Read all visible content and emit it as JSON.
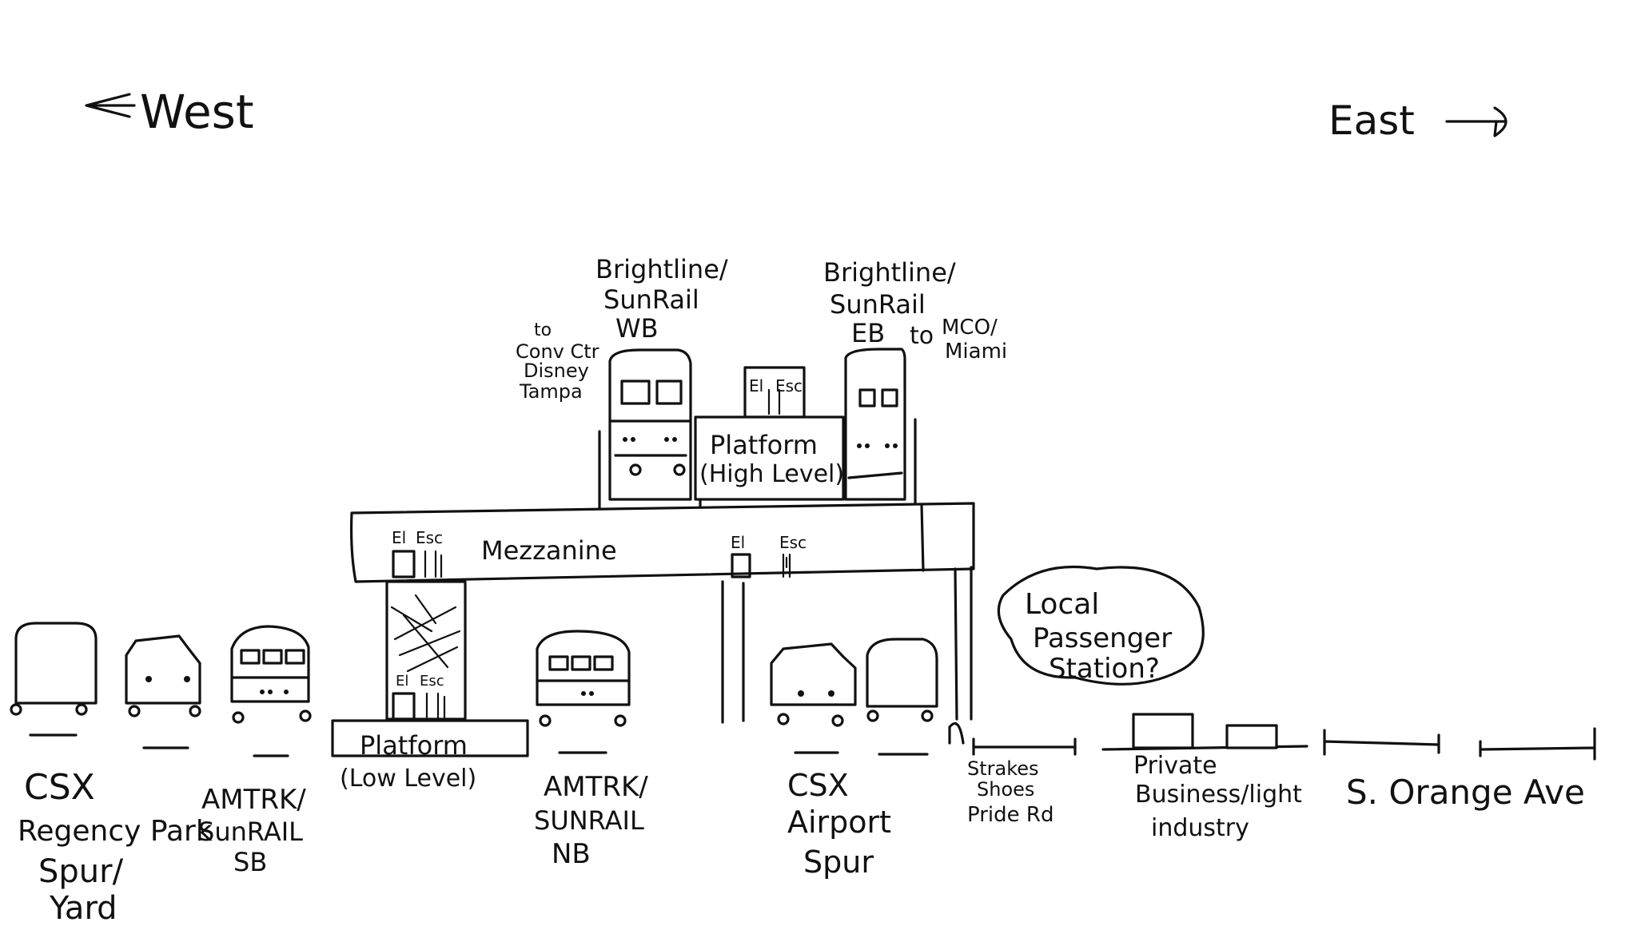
{
  "directions": {
    "west": "West",
    "east": "East"
  },
  "upper_trains": {
    "wb_line1": "Brightline/",
    "wb_line2": "SunRail",
    "wb_line3": "WB",
    "wb_dest1": "to",
    "wb_dest2": "Conv Ctr",
    "wb_dest3": "Disney",
    "wb_dest4": "Tampa",
    "eb_line1": "Brightline/",
    "eb_line2": "SunRail",
    "eb_line3": "EB",
    "eb_dest1": "to",
    "eb_dest2": "MCO/",
    "eb_dest3": "Miami"
  },
  "high_platform": {
    "line1": "Platform",
    "line2": "(High Level)",
    "el": "El",
    "esc": "Esc"
  },
  "mezzanine": {
    "label": "Mezzanine",
    "el_left": "El",
    "esc_left": "Esc",
    "el_right": "El",
    "esc_right": "Esc"
  },
  "low_platform": {
    "line1": "Platform",
    "line2": "(Low Level)",
    "el": "El",
    "esc": "Esc"
  },
  "station_bubble": {
    "line1": "Local",
    "line2": "Passenger",
    "line3": "Station?"
  },
  "ground_labels": {
    "csx_yard": [
      "CSX",
      "Regency Park",
      "Spur/",
      "Yard"
    ],
    "amtrak_sb": [
      "AMTRK/",
      "SunRAIL",
      "SB"
    ],
    "amtrak_nb": [
      "AMTRK/",
      "SUNRAIL",
      "NB"
    ],
    "csx_airport": [
      "CSX",
      "Airport",
      "Spur"
    ],
    "strakes": [
      "Strakes",
      "Shoes",
      "Pride Rd"
    ],
    "private_business": [
      "Private",
      "Business/light",
      "industry"
    ],
    "orange_ave": "S. Orange Ave"
  }
}
